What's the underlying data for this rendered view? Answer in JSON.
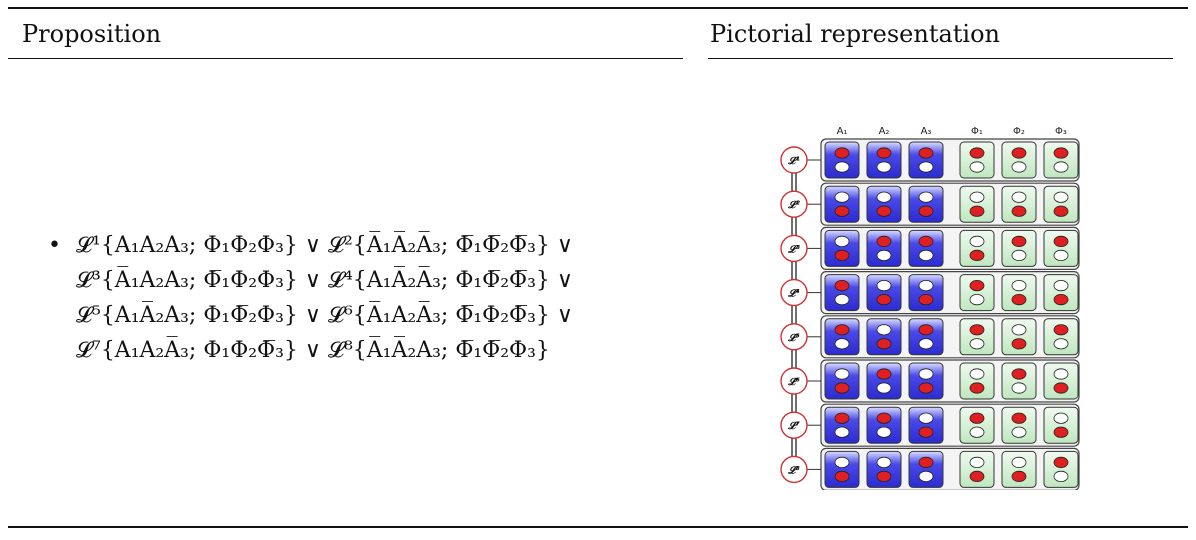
{
  "table": {
    "col1_header": "Proposition",
    "col2_header": "Pictorial representation"
  },
  "proposition": {
    "bullet": "•",
    "lines": [
      "𝓛¹{A₁A₂A₃; Φ₁Φ₂Φ₃}  ∨  𝓛²{A̅₁A̅₂A̅₃; Φ̅₁Φ̅₂Φ̅₃}  ∨",
      "𝓛³{A̅₁A₂A₃; Φ̅₁Φ₂Φ₃}  ∨  𝓛⁴{A₁A̅₂A̅₃; Φ₁Φ̅₂Φ̅₃}  ∨",
      "𝓛⁵{A₁A̅₂A₃; Φ₁Φ̅₂Φ₃}  ∨  𝓛⁶{A̅₁A₂A̅₃; Φ̅₁Φ₂Φ̅₃}  ∨",
      "𝓛⁷{A₁A₂A̅₃; Φ₁Φ₂Φ̅₃} ∨ 𝓛⁸{A̅₁A̅₂A₃; Φ̅₁Φ̅₂Φ₃}"
    ]
  },
  "pictorial": {
    "column_labels": [
      "A₁",
      "A₂",
      "A₃",
      "Φ₁",
      "Φ₂",
      "Φ₃"
    ],
    "row_labels": [
      "𝓛¹",
      "𝓛²",
      "𝓛³",
      "𝓛⁴",
      "𝓛⁵",
      "𝓛⁶",
      "𝓛⁷",
      "𝓛⁸"
    ],
    "colors": {
      "blue_cell": "#3a3ae0",
      "green_cell": "#c6edc6",
      "red_dot": "#e02020",
      "white_dot": "#ffffff"
    },
    "states_note_top_red_is_1": [
      [
        1,
        1,
        1,
        1,
        1,
        1
      ],
      [
        0,
        0,
        0,
        0,
        0,
        0
      ],
      [
        0,
        1,
        1,
        0,
        1,
        1
      ],
      [
        1,
        0,
        0,
        1,
        0,
        0
      ],
      [
        1,
        0,
        1,
        1,
        0,
        1
      ],
      [
        0,
        1,
        0,
        0,
        1,
        0
      ],
      [
        1,
        1,
        0,
        1,
        1,
        0
      ],
      [
        0,
        0,
        1,
        0,
        0,
        1
      ]
    ]
  }
}
